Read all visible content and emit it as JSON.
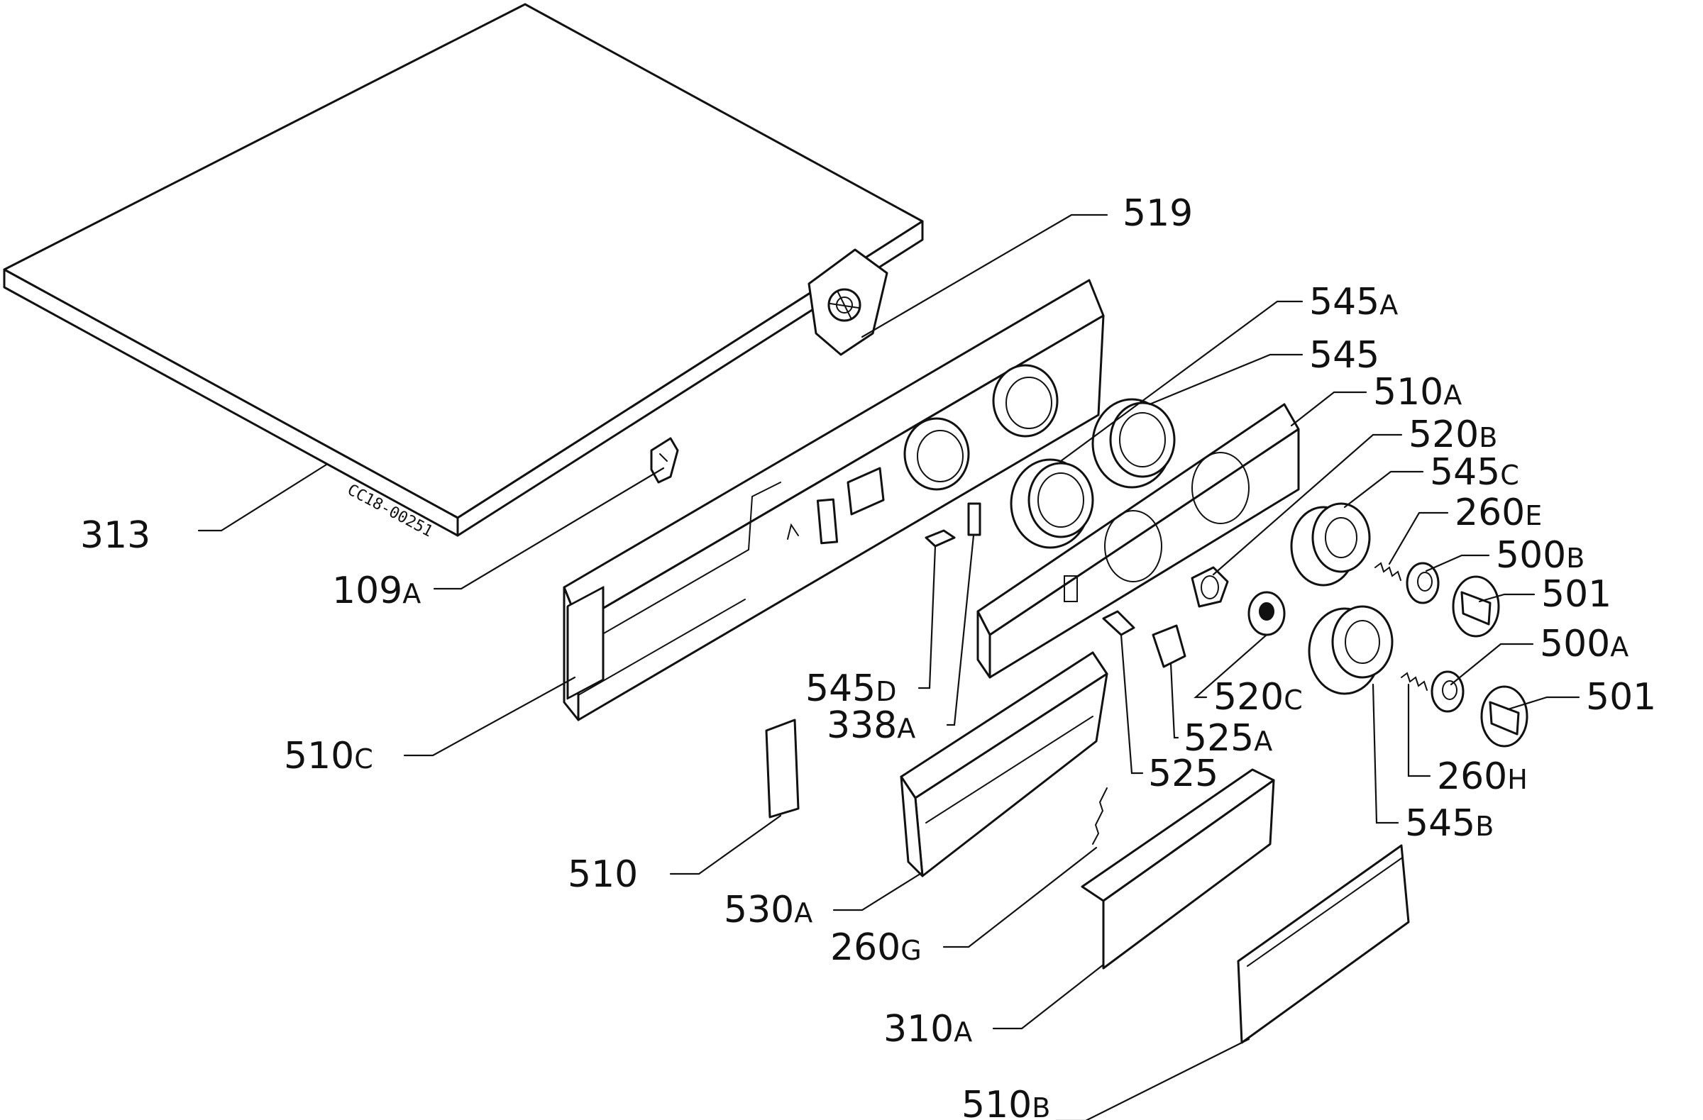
{
  "drawing_code": "CC18-00251",
  "labels": [
    {
      "id": "313",
      "num": "313",
      "suffix": ""
    },
    {
      "id": "109a",
      "num": "109",
      "suffix": "A"
    },
    {
      "id": "519",
      "num": "519",
      "suffix": ""
    },
    {
      "id": "545a",
      "num": "545",
      "suffix": "A"
    },
    {
      "id": "545",
      "num": "545",
      "suffix": ""
    },
    {
      "id": "510a",
      "num": "510",
      "suffix": "A"
    },
    {
      "id": "520b",
      "num": "520",
      "suffix": "B"
    },
    {
      "id": "545c",
      "num": "545",
      "suffix": "C"
    },
    {
      "id": "260e",
      "num": "260",
      "suffix": "E"
    },
    {
      "id": "500b",
      "num": "500",
      "suffix": "B"
    },
    {
      "id": "501-top",
      "num": "501",
      "suffix": ""
    },
    {
      "id": "500a",
      "num": "500",
      "suffix": "A"
    },
    {
      "id": "501-bottom",
      "num": "501",
      "suffix": ""
    },
    {
      "id": "260h",
      "num": "260",
      "suffix": "H"
    },
    {
      "id": "545b",
      "num": "545",
      "suffix": "B"
    },
    {
      "id": "520c",
      "num": "520",
      "suffix": "C"
    },
    {
      "id": "525a",
      "num": "525",
      "suffix": "A"
    },
    {
      "id": "525",
      "num": "525",
      "suffix": ""
    },
    {
      "id": "545d",
      "num": "545",
      "suffix": "D"
    },
    {
      "id": "338a",
      "num": "338",
      "suffix": "A"
    },
    {
      "id": "510c",
      "num": "510",
      "suffix": "C"
    },
    {
      "id": "510",
      "num": "510",
      "suffix": ""
    },
    {
      "id": "530a",
      "num": "530",
      "suffix": "A"
    },
    {
      "id": "260g",
      "num": "260",
      "suffix": "G"
    },
    {
      "id": "310a",
      "num": "310",
      "suffix": "A"
    },
    {
      "id": "510b",
      "num": "510",
      "suffix": "B"
    }
  ]
}
